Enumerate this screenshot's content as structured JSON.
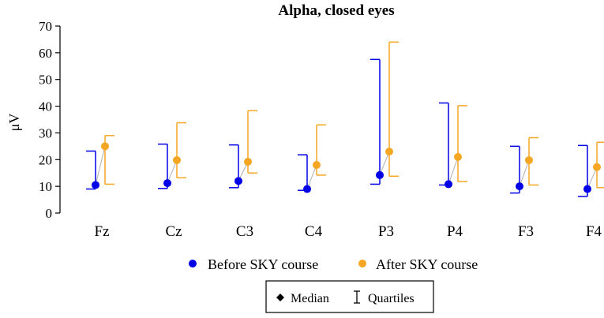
{
  "chart_data": {
    "type": "scatter",
    "title": "Alpha, closed eyes",
    "ylabel": "μV",
    "ylim": [
      0,
      70
    ],
    "yticks": [
      0,
      10,
      20,
      30,
      40,
      50,
      60,
      70
    ],
    "categories": [
      "Fz",
      "Cz",
      "C3",
      "C4",
      "P3",
      "P4",
      "F3",
      "F4"
    ],
    "series": [
      {
        "name": "Before SKY course",
        "color": "#0000e6",
        "median": [
          10.5,
          11.2,
          12.0,
          9.0,
          14.2,
          10.8,
          10.0,
          9.0
        ],
        "q1": [
          9.0,
          9.2,
          9.5,
          8.5,
          10.8,
          10.5,
          7.5,
          6.2
        ],
        "q3": [
          23.2,
          25.8,
          25.5,
          21.8,
          57.5,
          41.2,
          25.0,
          25.3
        ]
      },
      {
        "name": "After SKY course",
        "color": "#f5a623",
        "median": [
          25.0,
          19.8,
          19.2,
          18.0,
          23.0,
          21.0,
          19.8,
          17.2
        ],
        "q1": [
          10.8,
          13.2,
          15.0,
          14.2,
          13.8,
          11.8,
          10.5,
          9.5
        ],
        "q3": [
          29.0,
          33.8,
          38.3,
          33.0,
          64.0,
          40.2,
          28.2,
          26.5
        ]
      }
    ],
    "connector_color": "#b0b0b0",
    "legend_placement": "bottom",
    "legend2": {
      "median_label": "Median",
      "quartiles_label": "Quartiles"
    },
    "grid": false
  }
}
